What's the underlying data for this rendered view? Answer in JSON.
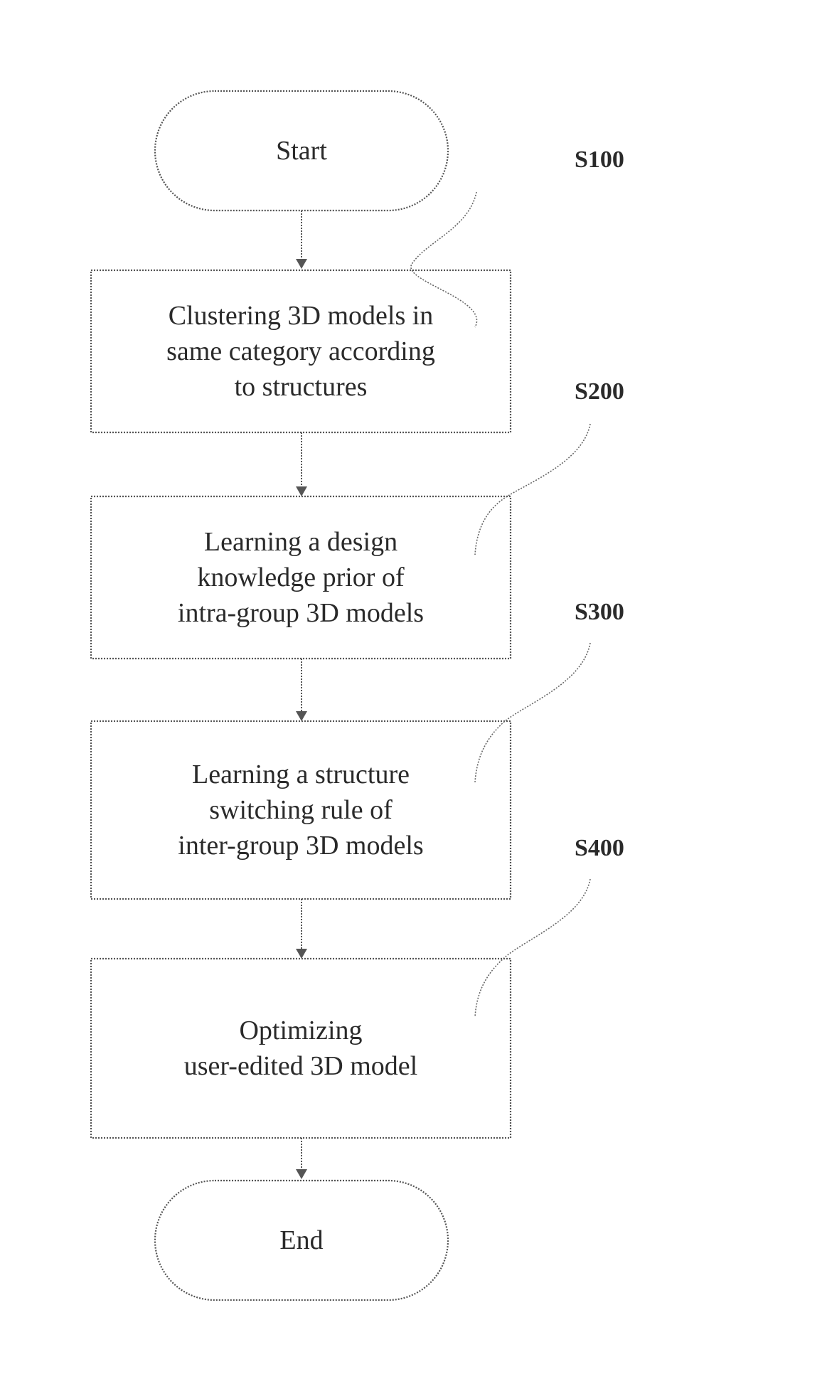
{
  "flowchart": {
    "start": {
      "label": "Start"
    },
    "end": {
      "label": "End"
    },
    "steps": [
      {
        "id": "S100",
        "lines": [
          "Clustering 3D models in",
          "same category according",
          "to structures"
        ]
      },
      {
        "id": "S200",
        "lines": [
          "Learning a design",
          "knowledge prior of",
          "intra-group 3D models"
        ]
      },
      {
        "id": "S300",
        "lines": [
          "Learning a structure",
          "switching rule of",
          "inter-group 3D models"
        ]
      },
      {
        "id": "S400",
        "lines": [
          "Optimizing",
          "user-edited 3D model"
        ]
      }
    ]
  },
  "colors": {
    "stroke": "#555555",
    "text": "#2a2a2a",
    "background": "#ffffff"
  }
}
